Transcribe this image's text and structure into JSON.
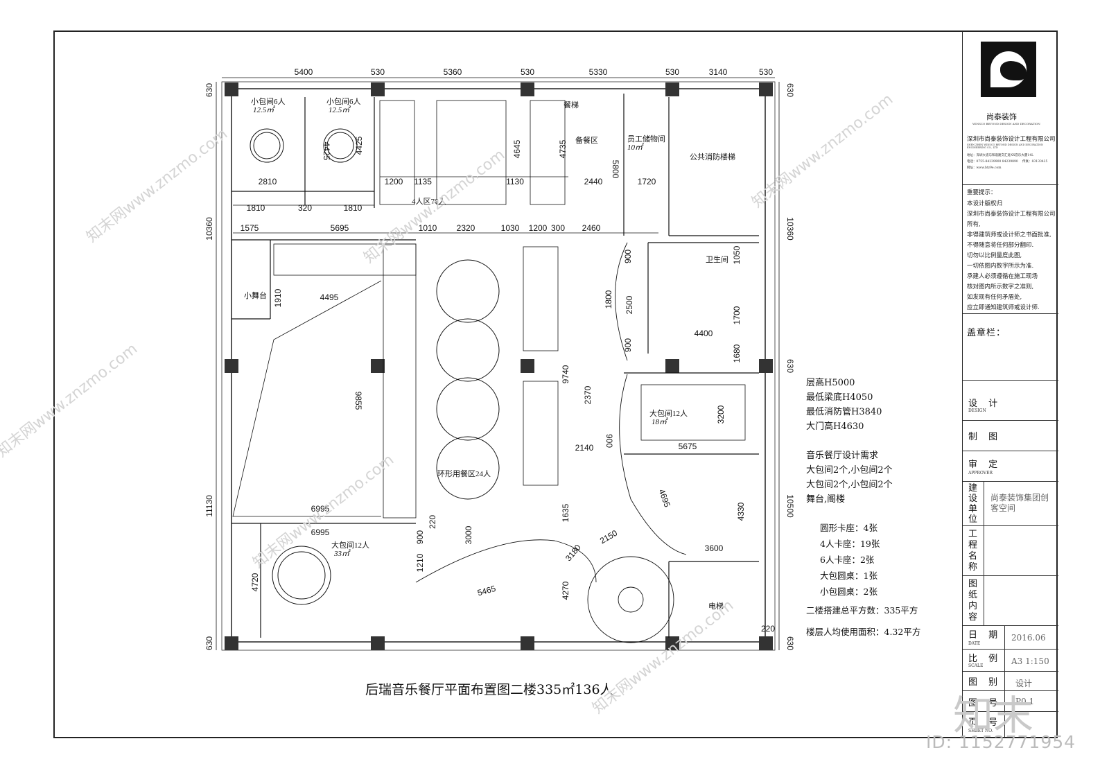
{
  "drawing_title": "后瑞音乐餐厅平面布置图二楼335㎡136人",
  "id_label": "ID: 1152771954",
  "watermarks": [
    "知末网www.znzmo.com",
    "知末网www.znzmo.com",
    "知末网www.znzmo.com",
    "知末网www.znzmo.com",
    "知末网www.znzmo.com",
    "知末网www.znzmo.com"
  ],
  "watermark_logo": "知末",
  "dimensions_top": [
    "5400",
    "530",
    "5360",
    "530",
    "5330",
    "530",
    "3140",
    "530"
  ],
  "dimensions_row2": [
    "1575",
    "5695",
    "1010",
    "2320",
    "1030",
    "1200",
    "300",
    "2460"
  ],
  "dimensions_left": [
    "630",
    "10360",
    "11130",
    "630"
  ],
  "dimensions_right": [
    "630",
    "10360",
    "630",
    "10500",
    "630"
  ],
  "dimensions_inner": [
    "2810",
    "1810",
    "320",
    "1810",
    "4425",
    "4425",
    "1200",
    "1135",
    "1130",
    "4645",
    "4735",
    "2440",
    "5800",
    "1720",
    "1910",
    "4495",
    "9855",
    "6995",
    "6995",
    "4720",
    "900",
    "1210",
    "220",
    "3000",
    "5465",
    "3180",
    "4270",
    "2150",
    "1635",
    "9740",
    "2370",
    "900",
    "2140",
    "4695",
    "4330",
    "3600",
    "220",
    "900",
    "1800",
    "2500",
    "900",
    "1050",
    "1700",
    "4400",
    "1680",
    "3200",
    "5675"
  ],
  "room_labels": {
    "small_room_1": "小包间6人",
    "small_room_1_area": "12.5㎡",
    "small_room_2": "小包间6人",
    "small_room_2_area": "12.5㎡",
    "dining_lift": "餐梯",
    "prep_area": "备餐区",
    "staff_storage": "员工储物间",
    "staff_storage_area": "10㎡",
    "fire_stair": "公共消防楼梯",
    "four_seat_zone": "4人区76人",
    "small_stage": "小舞台",
    "toilet": "卫生间",
    "large_room_1": "大包间12人",
    "large_room_1_area": "18㎡",
    "ring_zone": "环形用餐区24人",
    "large_room_2": "大包间12人",
    "large_room_2_area": "33㎡",
    "elevator": "电梯"
  },
  "notes": [
    "层高H5000",
    "最低梁底H4050",
    "最低消防管H3840",
    "大门高H4630",
    "",
    "音乐餐厅设计需求",
    "大包间2个,小包间2个",
    "大包间2个,小包间2个",
    "舞台,阁楼"
  ],
  "stats": [
    "圆形卡座：4张",
    "4人卡座：19张",
    "6人卡座：2张",
    "大包圆桌：1张",
    "小包圆桌：2张",
    "二楼搭建总平方数：335平方",
    "楼层人均使用面积：4.32平方"
  ],
  "title_block": {
    "company_short": "尚泰装饰",
    "company_en": "WINSCO BEYOND DESIGN AND DECORATION",
    "company_full": "深圳市尚泰装饰设计工程有限公司",
    "company_full_en": "SHEN ZHEN WINSCO BEYOND DESIGN AND DECORATION ENGINEERING CO., LTD",
    "address": "地址：深圳大道与和谐路交汇处XX音乐大厦14L",
    "phone": "电话：0755-84239900  84239890",
    "fax": "传真：83133425",
    "web": "网址：www.btz9e.com",
    "notice_title": "重要提示：",
    "notice_lines": [
      "本设计版权归",
      "深圳市尚泰装饰设计工程有限公司所有,",
      "非得建筑师或设计师之书面批准,",
      "不得随意将任何部分翻印.",
      "切勿以比例量度此图,",
      "一切依图内数字所示为准.",
      "承建人必须遵循在施工现场",
      "核对图内所示数字之准则,",
      "如发现有任何矛盾处,",
      "应立即通知建筑师或设计师."
    ],
    "stamp_label": "盖章栏：",
    "design_label": "设 计",
    "design_en": "DESIGN",
    "draw_label": "制 图",
    "approve_label": "审 定",
    "approve_en": "APPROVER",
    "client_label": "建设单位",
    "client_value": "尚泰装饰集团创客空间",
    "project_label": "工程名称",
    "content_label": "图纸内容",
    "date_label": "日 期",
    "date_en": "DATE",
    "date_value": "2016.06",
    "scale_label": "比 例",
    "scale_en": "SCALE",
    "scale_value": "A3 1:150",
    "type_label": "图 别",
    "type_value": "设计",
    "number_label": "图 号",
    "number_value": "P0.1",
    "sheet_label": "页 号",
    "sheet_en": "SHEET NO."
  }
}
